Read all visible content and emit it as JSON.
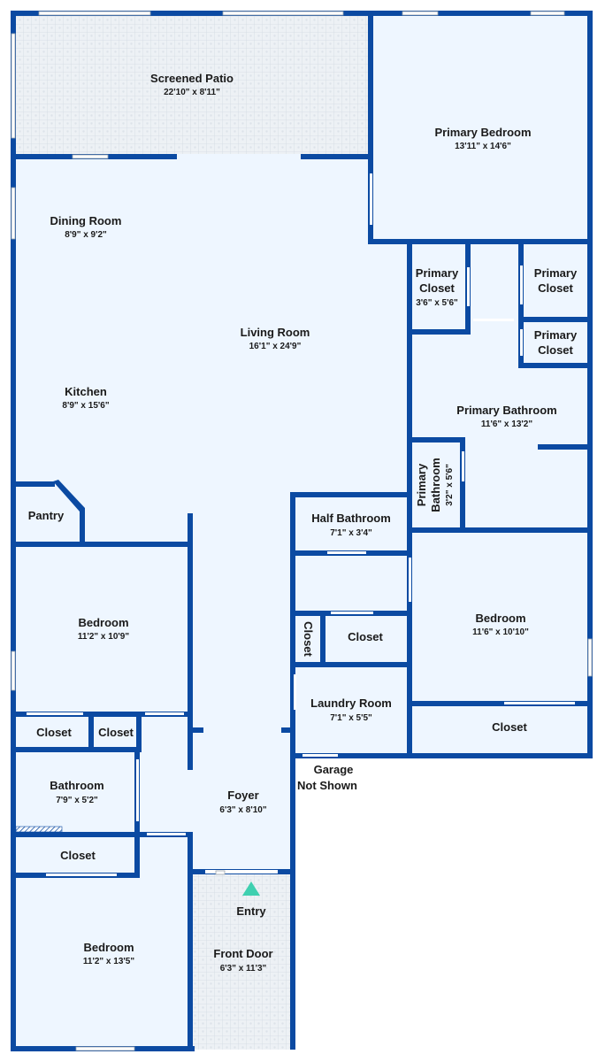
{
  "rooms": {
    "screened_patio": {
      "name": "Screened Patio",
      "dims": "22'10\" x 8'11\""
    },
    "primary_bedroom": {
      "name": "Primary Bedroom",
      "dims": "13'11\" x 14'6\""
    },
    "dining_room": {
      "name": "Dining Room",
      "dims": "8'9\" x 9'2\""
    },
    "living_room": {
      "name": "Living Room",
      "dims": "16'1\" x 24'9\""
    },
    "kitchen": {
      "name": "Kitchen",
      "dims": "8'9\" x 15'6\""
    },
    "primary_closet_left": {
      "name_l1": "Primary",
      "name_l2": "Closet",
      "dims": "3'6\" x 5'6\""
    },
    "primary_closet_right_top": {
      "name_l1": "Primary",
      "name_l2": "Closet"
    },
    "primary_closet_right_bottom": {
      "name_l1": "Primary",
      "name_l2": "Closet"
    },
    "primary_bathroom": {
      "name": "Primary Bathroom",
      "dims": "11'6\" x 13'2\""
    },
    "primary_bathroom_small": {
      "name_l1": "Primary",
      "name_l2": "Bathroom",
      "dims": "3'2\" x 5'6\""
    },
    "pantry": {
      "name": "Pantry"
    },
    "half_bathroom": {
      "name": "Half Bathroom",
      "dims": "7'1\" x 3'4\""
    },
    "bedroom_left_top": {
      "name": "Bedroom",
      "dims": "11'2\" x 10'9\""
    },
    "bedroom_right": {
      "name": "Bedroom",
      "dims": "11'6\" x 10'10\""
    },
    "closet_vertical": {
      "name": "Closet"
    },
    "closet_mid": {
      "name": "Closet"
    },
    "laundry_room": {
      "name": "Laundry Room",
      "dims": "7'1\" x 5'5\""
    },
    "closet_right": {
      "name": "Closet"
    },
    "closet_left_a": {
      "name": "Closet"
    },
    "closet_left_b": {
      "name": "Closet"
    },
    "garage_note": {
      "l1": "Garage",
      "l2": "Not Shown"
    },
    "bathroom": {
      "name": "Bathroom",
      "dims": "7'9\" x 5'2\""
    },
    "foyer": {
      "name": "Foyer",
      "dims": "6'3\" x 8'10\""
    },
    "closet_left_lower": {
      "name": "Closet"
    },
    "entry": {
      "name": "Entry"
    },
    "bedroom_bottom": {
      "name": "Bedroom",
      "dims": "11'2\" x 13'5\""
    },
    "front_door": {
      "name": "Front Door",
      "dims": "6'3\" x 11'3\""
    }
  },
  "colors": {
    "wall": "#0b4aa2",
    "floor": "#eef6ff",
    "tile": "#e9eef3",
    "entry_marker": "#3fd0b0"
  }
}
